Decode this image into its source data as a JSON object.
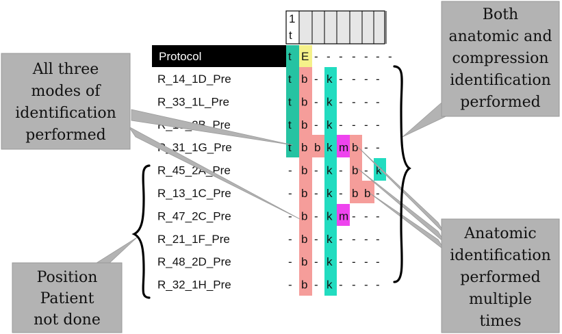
{
  "grid": {
    "top_header": [
      "1",
      "t"
    ],
    "protocol_label": "Protocol",
    "protocol_cells": [
      "t",
      "E",
      "-",
      "-",
      "-",
      "-",
      "-",
      "-",
      "-"
    ],
    "rows": [
      {
        "label": "R_14_1D_Pre",
        "cells": [
          "t",
          "b",
          "-",
          "k",
          "-",
          "-",
          "-",
          "-",
          ""
        ]
      },
      {
        "label": "R_33_1L_Pre",
        "cells": [
          "t",
          "b",
          "-",
          "k",
          "-",
          "-",
          "-",
          "-",
          ""
        ]
      },
      {
        "label": "R_19_2B_Pre",
        "cells": [
          "t",
          "b",
          "-",
          "k",
          "-",
          "-",
          "-",
          "-",
          ""
        ]
      },
      {
        "label": "R_31_1G_Pre",
        "cells": [
          "t",
          "b",
          "b",
          "k",
          "m",
          "b",
          "-",
          "-",
          ""
        ]
      },
      {
        "label": "R_45_2A_Pre",
        "cells": [
          "-",
          "b",
          "-",
          "k",
          "-",
          "b",
          "-",
          "k",
          ""
        ]
      },
      {
        "label": "R_13_1C_Pre",
        "cells": [
          "-",
          "b",
          "-",
          "k",
          "-",
          "b",
          "b",
          "-",
          ""
        ]
      },
      {
        "label": "R_47_2C_Pre",
        "cells": [
          "-",
          "b",
          "-",
          "k",
          "m",
          "-",
          "-",
          "-",
          ""
        ]
      },
      {
        "label": "R_21_1F_Pre",
        "cells": [
          "-",
          "b",
          "-",
          "k",
          "-",
          "-",
          "-",
          "-",
          ""
        ]
      },
      {
        "label": "R_48_2D_Pre",
        "cells": [
          "-",
          "b",
          "-",
          "k",
          "-",
          "-",
          "-",
          "-",
          ""
        ]
      },
      {
        "label": "R_32_1H_Pre",
        "cells": [
          "-",
          "b",
          "-",
          "k",
          "-",
          "-",
          "-",
          "-",
          ""
        ]
      }
    ]
  },
  "callouts": {
    "all_three": [
      "All three",
      "modes of",
      "identification",
      "performed"
    ],
    "both": [
      "Both",
      "anatomic and",
      "compression",
      "identification",
      "performed"
    ],
    "position": [
      "Position",
      "Patient",
      "not done"
    ],
    "anatomic": [
      "Anatomic",
      "identification",
      "performed",
      "multiple",
      "times"
    ]
  },
  "colors": {
    "t": "#26c3a2",
    "E": "#f5f18a",
    "b": "#f59d9a",
    "k": "#22dcc0",
    "m": "#ee44ee",
    "header_bg": "#e6e6e6",
    "protocol_bg": "#000000",
    "callout_bg": "#b3b3b3"
  }
}
